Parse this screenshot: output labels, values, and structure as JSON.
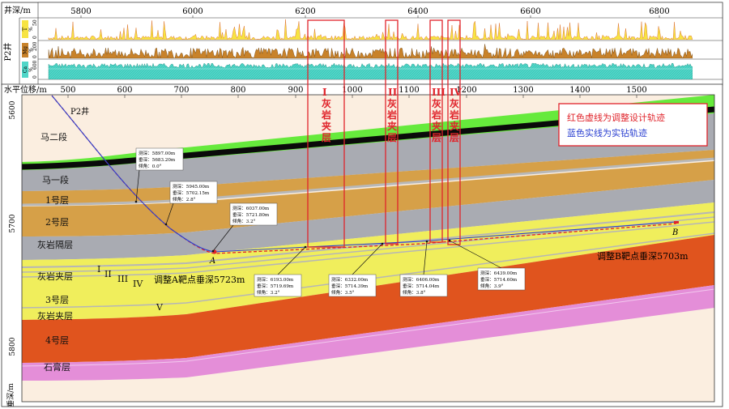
{
  "top_panel": {
    "depth_axis_label": "井深/m",
    "depth_ticks": [
      "5800",
      "6000",
      "6200",
      "6400",
      "6600",
      "6800"
    ],
    "well_label": "P2井",
    "tracks": [
      {
        "name": "T",
        "unit": "%",
        "ticks": [
          "0",
          "50"
        ],
        "color": "#f7e442"
      },
      {
        "name": "Mg",
        "unit": "%",
        "ticks": [
          "0",
          "200"
        ],
        "color": "#c8822a"
      },
      {
        "name": "Ca",
        "unit": "%",
        "ticks": [
          "0",
          "600"
        ],
        "color": "#4fd6c8"
      }
    ]
  },
  "section": {
    "horizontal_axis_label": "水平位移/m",
    "horizontal_ticks": [
      "500",
      "600",
      "700",
      "800",
      "900",
      "1000",
      "1100",
      "1200",
      "1300",
      "1400",
      "1500"
    ],
    "vertical_axis_label": "垂深/m",
    "vertical_ticks": [
      "5600",
      "5700",
      "5800"
    ],
    "well_name": "P2井",
    "legend": {
      "red_text": "红色虚线为调整设计轨迹",
      "blue_text": "蓝色实线为实钻轨迹",
      "red_color": "#e0242b",
      "blue_color": "#2a3fd0"
    },
    "layers": [
      {
        "name": "马二段",
        "color": "#66ea3c"
      },
      {
        "name": "马一段",
        "color": "#a9abb2"
      },
      {
        "name": "1号层",
        "color": "#d6a048"
      },
      {
        "name": "2号层",
        "color": "#d6a048"
      },
      {
        "name": "灰岩隔层",
        "color": "#a9abb2"
      },
      {
        "name": "灰岩夹层",
        "color": "#f0ee5c"
      },
      {
        "name": "3号层",
        "color": "#f0ee5c"
      },
      {
        "name": "灰岩夹层",
        "color": "#f0ee5c"
      },
      {
        "name": "4号层",
        "color": "#e0541e"
      },
      {
        "name": "石膏层",
        "color": "#e48ed8"
      }
    ],
    "interlayers": [
      {
        "roman": "I",
        "text": "灰岩夹层"
      },
      {
        "roman": "II",
        "text": "灰岩夹层"
      },
      {
        "roman": "III",
        "text": "灰岩夹层"
      },
      {
        "roman": "IV",
        "text": "灰岩夹层"
      }
    ],
    "roman_marks": [
      "I",
      "II",
      "III",
      "IV",
      "V"
    ],
    "annotations": [
      {
        "lines": [
          "测深：5897.00m",
          "垂深：5683.20m",
          "倾角：0.0°"
        ]
      },
      {
        "lines": [
          "测深：5945.00m",
          "垂深：5702.15m",
          "倾角：2.8°"
        ]
      },
      {
        "lines": [
          "测深：6037.00m",
          "垂深：5721.80m",
          "倾角：3.2°"
        ]
      },
      {
        "lines": [
          "测深：6193.00m",
          "垂深：5719.69m",
          "倾角：3.2°"
        ]
      },
      {
        "lines": [
          "测深：6332.00m",
          "垂深：5714.39m",
          "倾角：3.5°"
        ]
      },
      {
        "lines": [
          "测深：6406.00m",
          "垂深：5714.04m",
          "倾角：3.8°"
        ]
      },
      {
        "lines": [
          "测深：6439.00m",
          "垂深：5714.60m",
          "倾角：3.9°"
        ]
      }
    ],
    "targets": {
      "a_label": "A",
      "b_label": "B",
      "a_note": "调整A靶点垂深5723m",
      "b_note": "调整B靶点垂深5703m"
    }
  }
}
